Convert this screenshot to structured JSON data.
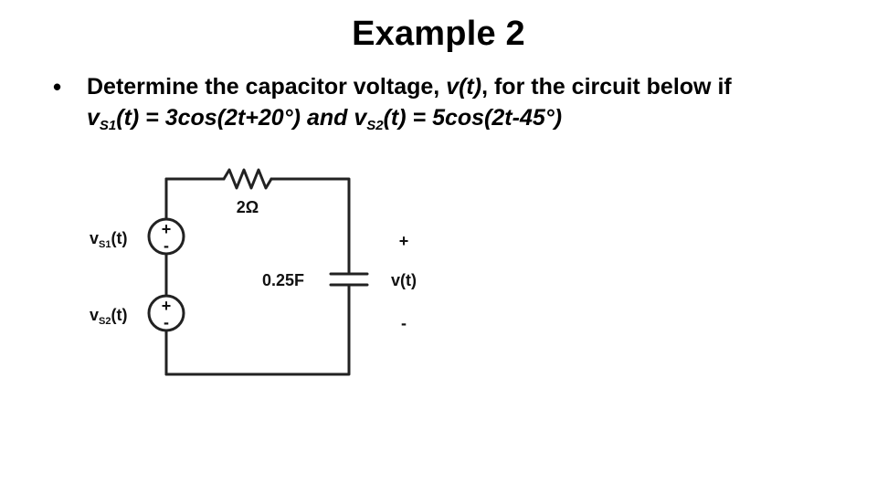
{
  "slide": {
    "title": "Example 2",
    "bullet": {
      "symbol": "•",
      "text_1": "Determine the capacitor voltage, ",
      "vt": "v(t)",
      "text_2": ", for the circuit below if",
      "v1_base": "v",
      "v1_sub": "S1",
      "v1_expr": "(t) = 3cos(2t+20°) and ",
      "v2_base": "v",
      "v2_sub": "S2",
      "v2_expr": "(t) = 5cos(2t-45°)"
    }
  },
  "circuit": {
    "resistor_label": "2Ω",
    "capacitor_label": "0.25F",
    "source1_label": "v",
    "source1_sub": "S1",
    "source1_suffix": "(t)",
    "source2_label": "v",
    "source2_sub": "S2",
    "source2_suffix": "(t)",
    "plus": "+",
    "minus": "-",
    "vout_label": "v(t)",
    "vout_plus": "+",
    "vout_minus": "-"
  }
}
